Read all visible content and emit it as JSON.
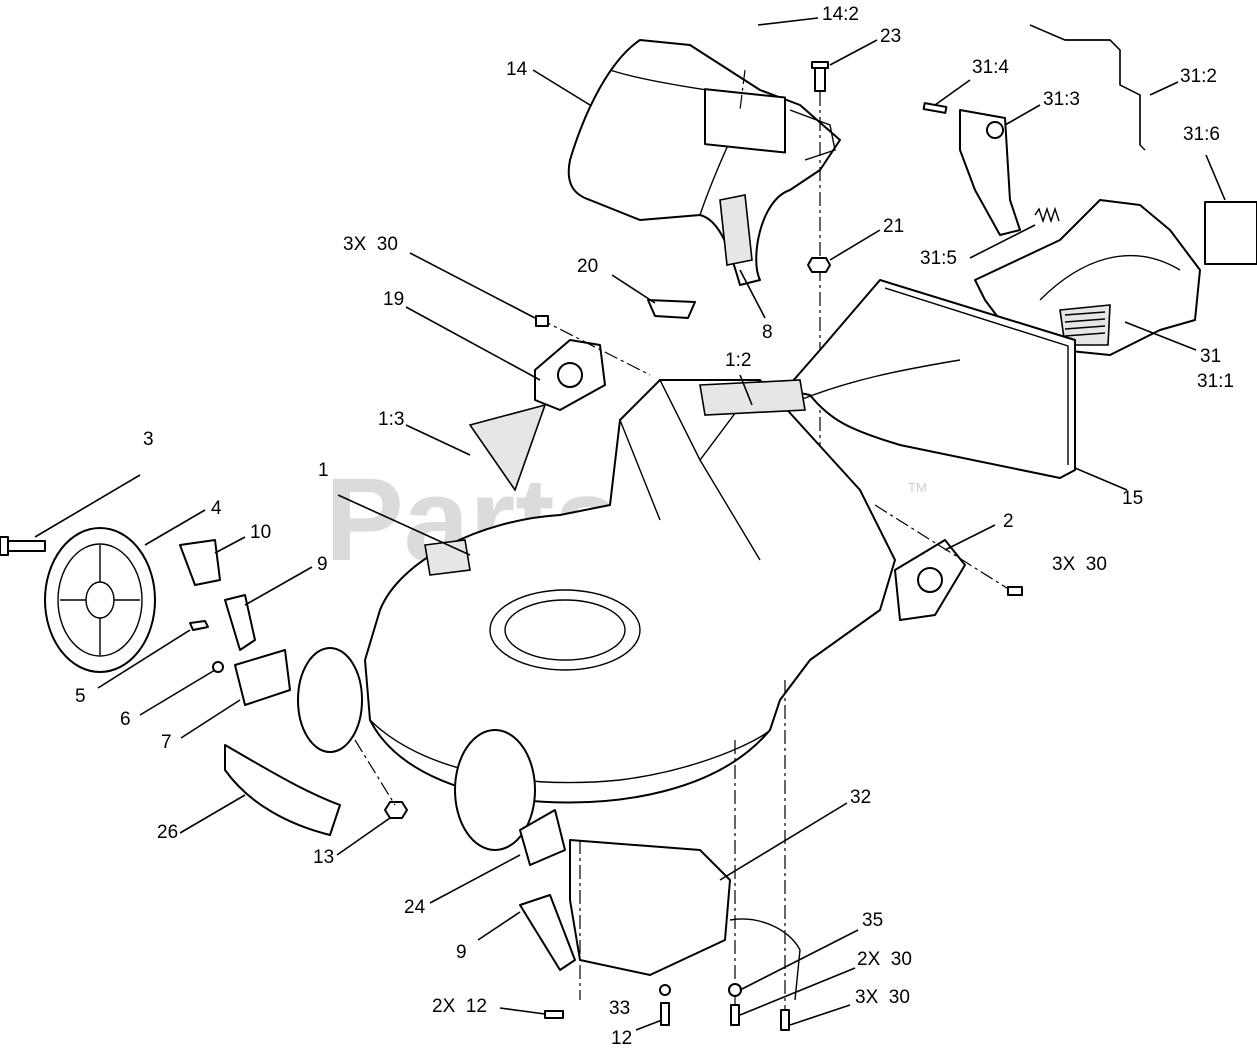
{
  "watermark": {
    "text": "PartsTree",
    "tm": "TM"
  },
  "callouts": [
    {
      "id": "c-14-2",
      "text": "14:2"
    },
    {
      "id": "c-23",
      "text": "23"
    },
    {
      "id": "c-14",
      "text": "14"
    },
    {
      "id": "c-31-4",
      "text": "31:4"
    },
    {
      "id": "c-31-3",
      "text": "31:3"
    },
    {
      "id": "c-31-2",
      "text": "31:2"
    },
    {
      "id": "c-31-6",
      "text": "31:6"
    },
    {
      "id": "c-21",
      "text": "21"
    },
    {
      "id": "c-31-5",
      "text": "31:5"
    },
    {
      "id": "c-3x30-top",
      "text": "3X  30"
    },
    {
      "id": "c-20",
      "text": "20"
    },
    {
      "id": "c-19",
      "text": "19"
    },
    {
      "id": "c-8",
      "text": "8"
    },
    {
      "id": "c-31",
      "text": "31"
    },
    {
      "id": "c-31-1",
      "text": "31:1"
    },
    {
      "id": "c-1-2",
      "text": "1:2"
    },
    {
      "id": "c-1-3",
      "text": "1:3"
    },
    {
      "id": "c-15",
      "text": "15"
    },
    {
      "id": "c-3",
      "text": "3"
    },
    {
      "id": "c-1",
      "text": "1"
    },
    {
      "id": "c-4",
      "text": "4"
    },
    {
      "id": "c-10",
      "text": "10"
    },
    {
      "id": "c-2",
      "text": "2"
    },
    {
      "id": "c-3x30-right",
      "text": "3X  30"
    },
    {
      "id": "c-9-top",
      "text": "9"
    },
    {
      "id": "c-5",
      "text": "5"
    },
    {
      "id": "c-6",
      "text": "6"
    },
    {
      "id": "c-7",
      "text": "7"
    },
    {
      "id": "c-32",
      "text": "32"
    },
    {
      "id": "c-26",
      "text": "26"
    },
    {
      "id": "c-13",
      "text": "13"
    },
    {
      "id": "c-24",
      "text": "24"
    },
    {
      "id": "c-35",
      "text": "35"
    },
    {
      "id": "c-9-bottom",
      "text": "9"
    },
    {
      "id": "c-2x30",
      "text": "2X  30"
    },
    {
      "id": "c-2x12",
      "text": "2X  12"
    },
    {
      "id": "c-33",
      "text": "33"
    },
    {
      "id": "c-3x30-bottom",
      "text": "3X  30"
    },
    {
      "id": "c-12",
      "text": "12"
    }
  ]
}
